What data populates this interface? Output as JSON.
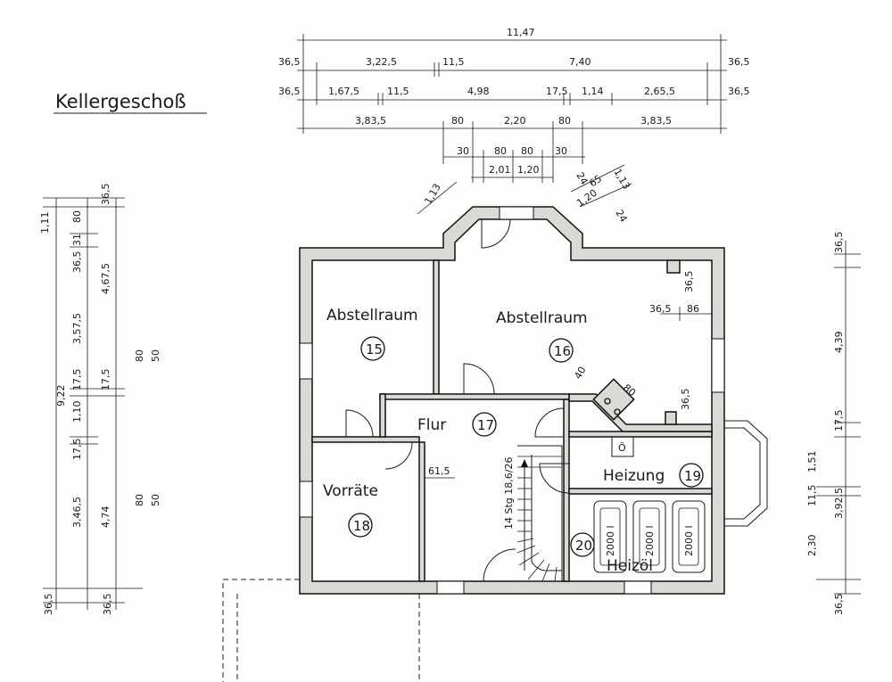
{
  "title": "Kellergeschoß",
  "rooms": {
    "r15": {
      "name": "Abstellraum",
      "number": "15"
    },
    "r16": {
      "name": "Abstellraum",
      "number": "16"
    },
    "r17": {
      "name": "Flur",
      "number": "17"
    },
    "r18": {
      "name": "Vorräte",
      "number": "18"
    },
    "r19": {
      "name": "Heizung",
      "number": "19"
    },
    "r20": {
      "name": "Heizöl",
      "number": "20"
    }
  },
  "tanks": [
    "2000 l",
    "2000 l",
    "2000 l"
  ],
  "stairs": "14 Stg 18,6/26",
  "boiler_symbol": "Ö",
  "dims_top": {
    "total": "11,47",
    "r1": [
      "36,5",
      "3,22,5",
      "11,5",
      "7,40",
      "36,5"
    ],
    "r2": [
      "36,5",
      "1,67,5",
      "11,5",
      "4,98",
      "17,5",
      "1,14",
      "2,65,5",
      "36,5"
    ],
    "r3": [
      "3,83,5",
      "80",
      "2,20",
      "80",
      "3,83,5"
    ],
    "r4": [
      "30",
      "80",
      "80",
      "30"
    ],
    "r5": [
      "2,01",
      "1,20"
    ]
  },
  "dims_bay": [
    "1,13",
    "1,13",
    "24",
    "65",
    "1,20",
    "24"
  ],
  "dims_left_a": [
    "1,11",
    "36,5",
    "1,10",
    "17,5",
    "3,46,5",
    "36,5"
  ],
  "dims_left_b": [
    "80",
    "31",
    "3,57,5",
    "17,5",
    "36,5"
  ],
  "dims_left_c": [
    "36,5",
    "4,67,5",
    "17,5",
    "4,74",
    "36,5"
  ],
  "dims_left_total": "9,22",
  "dims_windows": [
    "80",
    "50",
    "80",
    "50"
  ],
  "dims_right": [
    "36,5",
    "4,39",
    "17,5",
    "1,51",
    "11,5",
    "3,92,5",
    "2,30",
    "36,5"
  ],
  "dims_interior": [
    "36,5",
    "86",
    "36,5",
    "40",
    "80",
    "36,5",
    "61,5"
  ]
}
